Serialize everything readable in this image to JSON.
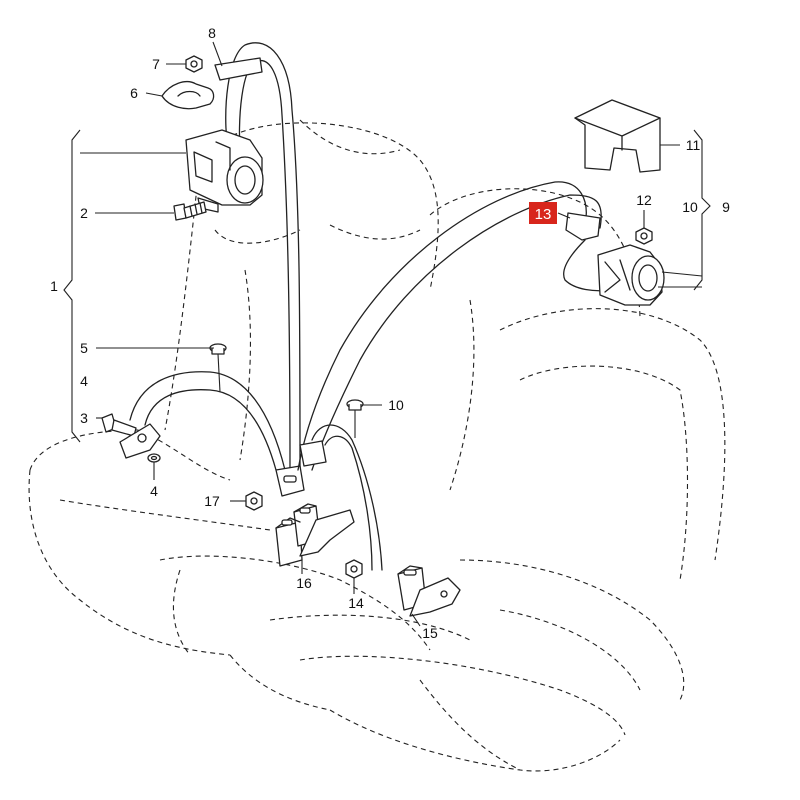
{
  "callouts": [
    {
      "id": "c1",
      "text": "1"
    },
    {
      "id": "c2",
      "text": "2"
    },
    {
      "id": "c3",
      "text": "3"
    },
    {
      "id": "c4a",
      "text": "4"
    },
    {
      "id": "c4b",
      "text": "4"
    },
    {
      "id": "c5",
      "text": "5"
    },
    {
      "id": "c6",
      "text": "6"
    },
    {
      "id": "c7",
      "text": "7"
    },
    {
      "id": "c8",
      "text": "8"
    },
    {
      "id": "c9",
      "text": "9"
    },
    {
      "id": "c10a",
      "text": "10"
    },
    {
      "id": "c10b",
      "text": "10"
    },
    {
      "id": "c11",
      "text": "11"
    },
    {
      "id": "c12",
      "text": "12"
    },
    {
      "id": "c13",
      "text": "13",
      "highlighted": true
    },
    {
      "id": "c14",
      "text": "14"
    },
    {
      "id": "c15",
      "text": "15"
    },
    {
      "id": "c16",
      "text": "16"
    },
    {
      "id": "c17",
      "text": "17"
    }
  ],
  "colors": {
    "line": "#222222",
    "background": "#ffffff",
    "highlight_fill": "#d8261c",
    "highlight_text": "#ffffff"
  }
}
